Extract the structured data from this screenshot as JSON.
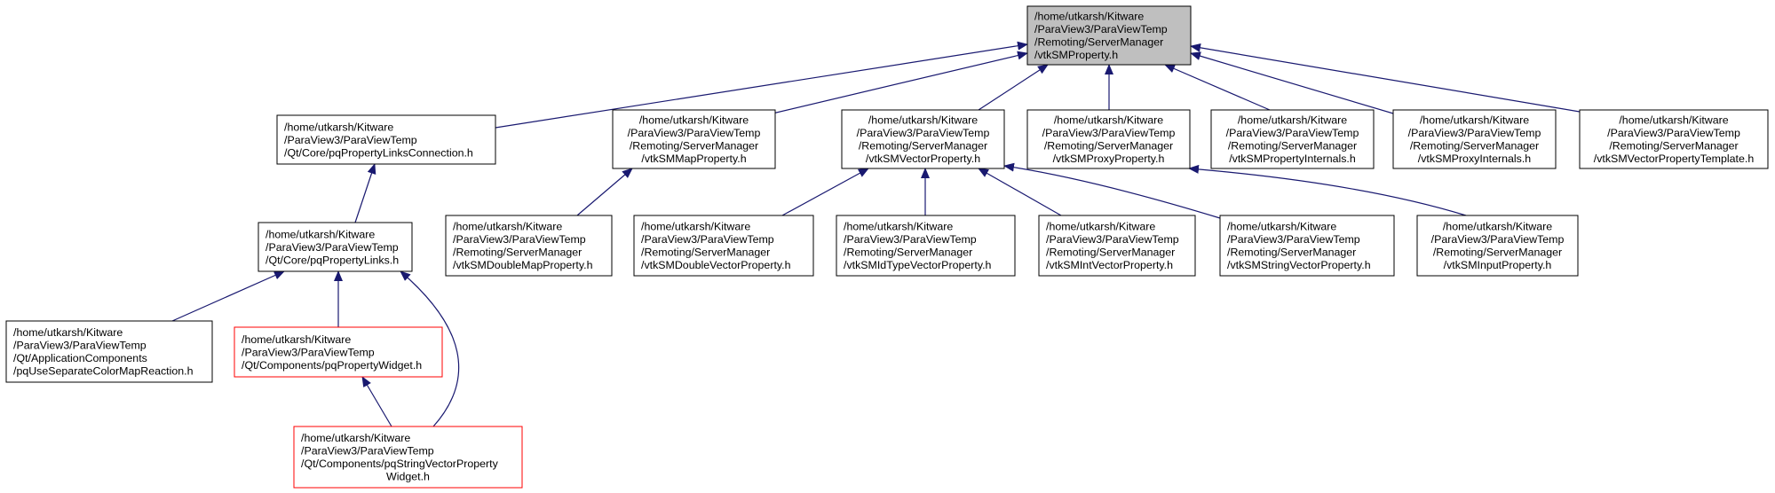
{
  "colors": {
    "edge": "#191970",
    "node_border": "#000000",
    "highlight_border": "#ff0000",
    "root_fill": "#bfbfbf",
    "node_fill": "#ffffff",
    "background": "#ffffff"
  },
  "nodes": [
    {
      "id": "root",
      "lines": [
        "/home/utkarsh/Kitware",
        "/ParaView3/ParaViewTemp",
        "/Remoting/ServerManager",
        "/vtkSMProperty.h"
      ],
      "align": "left",
      "style": "root"
    },
    {
      "id": "pqPropertyLinksConnection",
      "lines": [
        "/home/utkarsh/Kitware",
        "/ParaView3/ParaViewTemp",
        "/Qt/Core/pqPropertyLinksConnection.h"
      ],
      "align": "left",
      "style": "normal"
    },
    {
      "id": "vtkSMMapProperty",
      "lines": [
        "/home/utkarsh/Kitware",
        "/ParaView3/ParaViewTemp",
        "/Remoting/ServerManager",
        "/vtkSMMapProperty.h"
      ],
      "align": "center",
      "style": "normal"
    },
    {
      "id": "vtkSMVectorProperty",
      "lines": [
        "/home/utkarsh/Kitware",
        "/ParaView3/ParaViewTemp",
        "/Remoting/ServerManager",
        "/vtkSMVectorProperty.h"
      ],
      "align": "center",
      "style": "normal"
    },
    {
      "id": "vtkSMProxyProperty",
      "lines": [
        "/home/utkarsh/Kitware",
        "/ParaView3/ParaViewTemp",
        "/Remoting/ServerManager",
        "/vtkSMProxyProperty.h"
      ],
      "align": "center",
      "style": "normal"
    },
    {
      "id": "vtkSMPropertyInternals",
      "lines": [
        "/home/utkarsh/Kitware",
        "/ParaView3/ParaViewTemp",
        "/Remoting/ServerManager",
        "/vtkSMPropertyInternals.h"
      ],
      "align": "center",
      "style": "normal"
    },
    {
      "id": "vtkSMProxyInternals",
      "lines": [
        "/home/utkarsh/Kitware",
        "/ParaView3/ParaViewTemp",
        "/Remoting/ServerManager",
        "/vtkSMProxyInternals.h"
      ],
      "align": "center",
      "style": "normal"
    },
    {
      "id": "vtkSMVectorPropertyTemplate",
      "lines": [
        "/home/utkarsh/Kitware",
        "/ParaView3/ParaViewTemp",
        "/Remoting/ServerManager",
        "/vtkSMVectorPropertyTemplate.h"
      ],
      "align": "center",
      "style": "normal"
    },
    {
      "id": "pqPropertyLinks",
      "lines": [
        "/home/utkarsh/Kitware",
        "/ParaView3/ParaViewTemp",
        "/Qt/Core/pqPropertyLinks.h"
      ],
      "align": "left",
      "style": "normal"
    },
    {
      "id": "vtkSMDoubleMapProperty",
      "lines": [
        "/home/utkarsh/Kitware",
        "/ParaView3/ParaViewTemp",
        "/Remoting/ServerManager",
        "/vtkSMDoubleMapProperty.h"
      ],
      "align": "left",
      "style": "normal"
    },
    {
      "id": "vtkSMDoubleVectorProperty",
      "lines": [
        "/home/utkarsh/Kitware",
        "/ParaView3/ParaViewTemp",
        "/Remoting/ServerManager",
        "/vtkSMDoubleVectorProperty.h"
      ],
      "align": "left",
      "style": "normal"
    },
    {
      "id": "vtkSMIdTypeVectorProperty",
      "lines": [
        "/home/utkarsh/Kitware",
        "/ParaView3/ParaViewTemp",
        "/Remoting/ServerManager",
        "/vtkSMIdTypeVectorProperty.h"
      ],
      "align": "left",
      "style": "normal"
    },
    {
      "id": "vtkSMIntVectorProperty",
      "lines": [
        "/home/utkarsh/Kitware",
        "/ParaView3/ParaViewTemp",
        "/Remoting/ServerManager",
        "/vtkSMIntVectorProperty.h"
      ],
      "align": "left",
      "style": "normal"
    },
    {
      "id": "vtkSMStringVectorProperty",
      "lines": [
        "/home/utkarsh/Kitware",
        "/ParaView3/ParaViewTemp",
        "/Remoting/ServerManager",
        "/vtkSMStringVectorProperty.h"
      ],
      "align": "left",
      "style": "normal"
    },
    {
      "id": "vtkSMInputProperty",
      "lines": [
        "/home/utkarsh/Kitware",
        "/ParaView3/ParaViewTemp",
        "/Remoting/ServerManager",
        "/vtkSMInputProperty.h"
      ],
      "align": "center",
      "style": "normal"
    },
    {
      "id": "pqUseSeparateColorMapReaction",
      "lines": [
        "/home/utkarsh/Kitware",
        "/ParaView3/ParaViewTemp",
        "/Qt/ApplicationComponents",
        "/pqUseSeparateColorMapReaction.h"
      ],
      "align": "left",
      "style": "normal"
    },
    {
      "id": "pqPropertyWidget",
      "lines": [
        "/home/utkarsh/Kitware",
        "/ParaView3/ParaViewTemp",
        "/Qt/Components/pqPropertyWidget.h"
      ],
      "align": "left",
      "style": "highlight"
    },
    {
      "id": "pqStringVectorPropertyWidget",
      "lines": [
        "/home/utkarsh/Kitware",
        "/ParaView3/ParaViewTemp",
        "/Qt/Components/pqStringVectorProperty",
        "Widget.h"
      ],
      "align": "mixed",
      "style": "highlight"
    }
  ],
  "edges": [
    {
      "from": "pqPropertyLinksConnection",
      "to": "root"
    },
    {
      "from": "vtkSMMapProperty",
      "to": "root"
    },
    {
      "from": "vtkSMVectorProperty",
      "to": "root"
    },
    {
      "from": "vtkSMProxyProperty",
      "to": "root"
    },
    {
      "from": "vtkSMPropertyInternals",
      "to": "root"
    },
    {
      "from": "vtkSMProxyInternals",
      "to": "root"
    },
    {
      "from": "vtkSMVectorPropertyTemplate",
      "to": "root"
    },
    {
      "from": "pqPropertyLinks",
      "to": "pqPropertyLinksConnection"
    },
    {
      "from": "vtkSMDoubleMapProperty",
      "to": "vtkSMMapProperty"
    },
    {
      "from": "vtkSMDoubleVectorProperty",
      "to": "vtkSMVectorProperty"
    },
    {
      "from": "vtkSMIdTypeVectorProperty",
      "to": "vtkSMVectorProperty"
    },
    {
      "from": "vtkSMIntVectorProperty",
      "to": "vtkSMVectorProperty"
    },
    {
      "from": "vtkSMStringVectorProperty",
      "to": "vtkSMVectorProperty"
    },
    {
      "from": "vtkSMInputProperty",
      "to": "vtkSMProxyProperty"
    },
    {
      "from": "pqUseSeparateColorMapReaction",
      "to": "pqPropertyLinks"
    },
    {
      "from": "pqPropertyWidget",
      "to": "pqPropertyLinks"
    },
    {
      "from": "pqStringVectorPropertyWidget",
      "to": "pqPropertyWidget"
    },
    {
      "from": "pqStringVectorPropertyWidget",
      "to": "pqPropertyLinks"
    }
  ]
}
